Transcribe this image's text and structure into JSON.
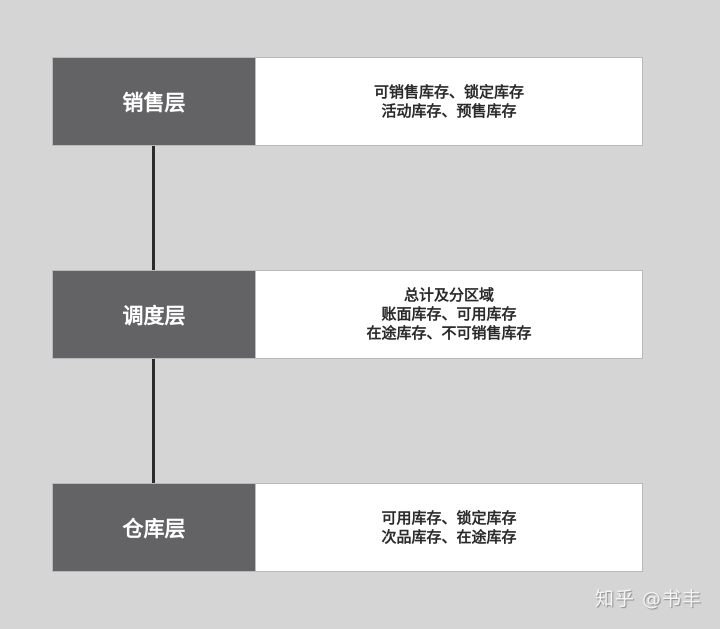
{
  "diagram": {
    "layers": [
      {
        "label": "销售层",
        "lines": [
          "可销售库存、锁定库存",
          "活动库存、预售库存"
        ]
      },
      {
        "label": "调度层",
        "lines": [
          "总计及分区域",
          "账面库存、可用库存",
          "在途库存、不可销售库存"
        ]
      },
      {
        "label": "仓库层",
        "lines": [
          "可用库存、锁定库存",
          "次品库存、在途库存"
        ]
      }
    ],
    "colors": {
      "background": "#d6d5d6",
      "label_fill": "#636366",
      "label_text": "#ffffff",
      "desc_fill": "#ffffff",
      "desc_text": "#2a2a2a",
      "connector": "#2b2b2b"
    }
  },
  "watermark": "知乎 @书丰"
}
